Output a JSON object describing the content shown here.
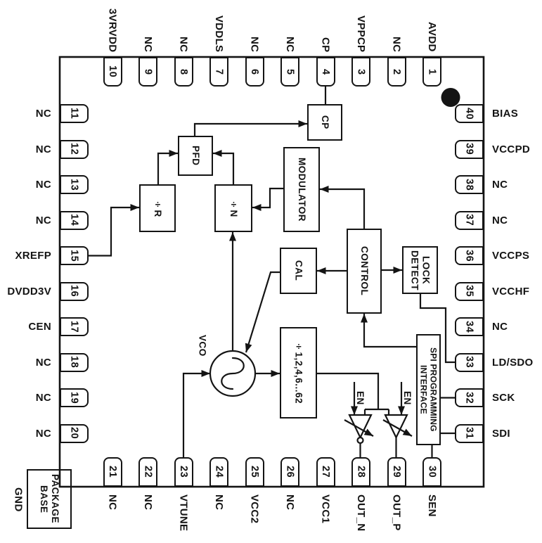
{
  "blocks": {
    "cp": "CP",
    "pfd": "PFD",
    "div_r": "÷R",
    "div_n": "÷N",
    "modulator": "MODULATOR",
    "cal": "CAL",
    "control": "CONTROL",
    "lock_detect": "LOCK\nDETECT",
    "divider": "÷1,2,4,6...62",
    "spi": "SPI PROGRAMMING\nINTERFACE",
    "vco": "VCO",
    "en_left": "EN",
    "en_right": "EN",
    "package_base": "PACKAGE\nBASE",
    "gnd": "GND"
  },
  "pins": {
    "top": [
      {
        "num": "10",
        "name": "3VRVDD"
      },
      {
        "num": "9",
        "name": "NC"
      },
      {
        "num": "8",
        "name": "NC"
      },
      {
        "num": "7",
        "name": "VDDLS"
      },
      {
        "num": "6",
        "name": "NC"
      },
      {
        "num": "5",
        "name": "NC"
      },
      {
        "num": "4",
        "name": "CP"
      },
      {
        "num": "3",
        "name": "VPPCP"
      },
      {
        "num": "2",
        "name": "NC"
      },
      {
        "num": "1",
        "name": "AVDD"
      }
    ],
    "left": [
      {
        "num": "11",
        "name": "NC"
      },
      {
        "num": "12",
        "name": "NC"
      },
      {
        "num": "13",
        "name": "NC"
      },
      {
        "num": "14",
        "name": "NC"
      },
      {
        "num": "15",
        "name": "XREFP"
      },
      {
        "num": "16",
        "name": "DVDD3V"
      },
      {
        "num": "17",
        "name": "CEN"
      },
      {
        "num": "18",
        "name": "NC"
      },
      {
        "num": "19",
        "name": "NC"
      },
      {
        "num": "20",
        "name": "NC"
      }
    ],
    "right": [
      {
        "num": "40",
        "name": "BIAS"
      },
      {
        "num": "39",
        "name": "VCCPD"
      },
      {
        "num": "38",
        "name": "NC"
      },
      {
        "num": "37",
        "name": "NC"
      },
      {
        "num": "36",
        "name": "VCCPS"
      },
      {
        "num": "35",
        "name": "VCCHF"
      },
      {
        "num": "34",
        "name": "NC"
      },
      {
        "num": "33",
        "name": "LD/SDO"
      },
      {
        "num": "32",
        "name": "SCK"
      },
      {
        "num": "31",
        "name": "SDI"
      }
    ],
    "bottom": [
      {
        "num": "21",
        "name": "NC"
      },
      {
        "num": "22",
        "name": "NC"
      },
      {
        "num": "23",
        "name": "VTUNE"
      },
      {
        "num": "24",
        "name": "NC"
      },
      {
        "num": "25",
        "name": "VCC2"
      },
      {
        "num": "26",
        "name": "NC"
      },
      {
        "num": "27",
        "name": "VCC1"
      },
      {
        "num": "28",
        "name": "OUT_N"
      },
      {
        "num": "29",
        "name": "OUT_P"
      },
      {
        "num": "30",
        "name": "SEN"
      }
    ]
  }
}
